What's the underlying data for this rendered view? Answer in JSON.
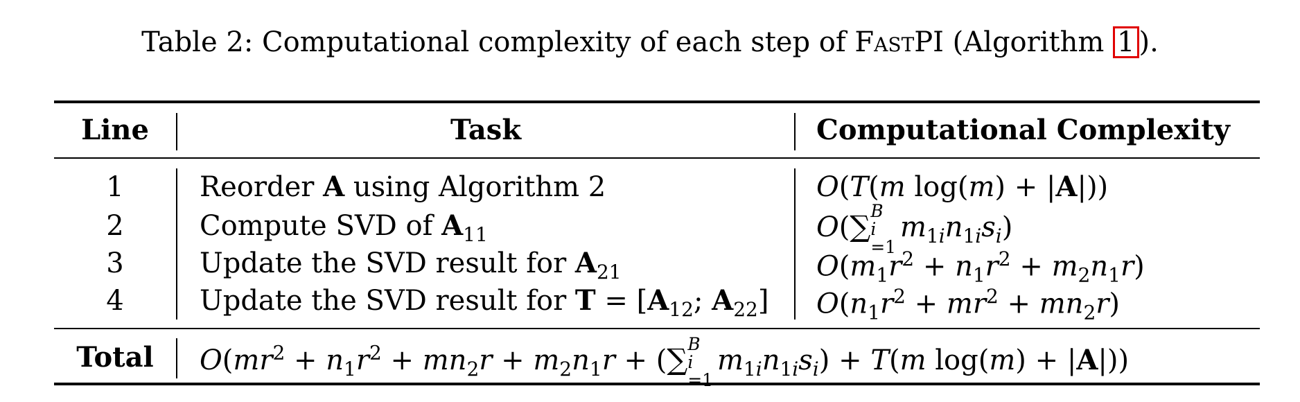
{
  "caption": {
    "prefix": "Table 2: Computational complexity of each step of ",
    "method": "FastPI",
    "middle": " (Algorithm ",
    "ref": "1",
    "suffix": ")."
  },
  "table": {
    "headers": {
      "line": "Line",
      "task": "Task",
      "complexity": "Computational Complexity"
    },
    "rows": [
      {
        "line": "1",
        "task_text": "Reorder A using Algorithm 2",
        "complexity_text": "O(T(m log(m) + |A|))"
      },
      {
        "line": "2",
        "task_text": "Compute SVD of A11",
        "complexity_text": "O(∑_{i=1}^{B} m1i n1i si)"
      },
      {
        "line": "3",
        "task_text": "Update the SVD result for A21",
        "complexity_text": "O(m1r² + n1r² + m2n1r)"
      },
      {
        "line": "4",
        "task_text": "Update the SVD result for T = [A12; A22]",
        "complexity_text": "O(n1r² + mr² + mn2r)"
      }
    ],
    "total": {
      "label": "Total",
      "complexity_text": "O(mr² + n1r² + mn2r + m2n1r + (∑_{i=1}^{B} m1i n1i si) + T(m log(m) + |A|))"
    }
  }
}
